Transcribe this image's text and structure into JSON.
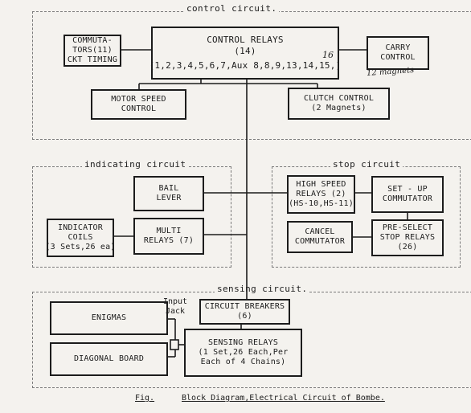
{
  "sections": {
    "control": "control circuit.",
    "indicating": "indicating circuit",
    "stop": "stop circuit",
    "sensing": "sensing circuit."
  },
  "boxes": {
    "commutators": [
      "COMMUTA-",
      "TORS(11)",
      "CKT TIMING"
    ],
    "control_relays": {
      "title": "CONTROL RELAYS",
      "count": "(14)",
      "list": "(1,2,3,4,5,6,7,Aux 8,8,9,13,14,15,)",
      "handwritten_number": "16"
    },
    "carry_control": {
      "lines": [
        "CARRY",
        "CONTROL"
      ],
      "handwritten_note": "12 magnets"
    },
    "motor_speed": [
      "MOTOR SPEED",
      "CONTROL"
    ],
    "clutch_control": [
      "CLUTCH CONTROL",
      "(2 Magnets)"
    ],
    "bail_lever": [
      "BAIL",
      "LEVER"
    ],
    "indicator_coils": [
      "INDICATOR",
      "COILS",
      "(3 Sets,26 ea)"
    ],
    "multi_relays": [
      "MULTI",
      "RELAYS (7)"
    ],
    "high_speed_relays": [
      "HIGH SPEED",
      "RELAYS (2)",
      "(HS-10,HS-11)"
    ],
    "setup_commutator": [
      "SET - UP",
      "COMMUTATOR"
    ],
    "cancel_commutator": [
      "CANCEL",
      "COMMUTATOR"
    ],
    "preselect_stop": [
      "PRE-SELECT",
      "STOP RELAYS",
      "(26)"
    ],
    "enigmas": [
      "ENIGMAS"
    ],
    "diagonal_board": [
      "DIAGONAL BOARD"
    ],
    "circuit_breakers": [
      "CIRCUIT BREAKERS",
      "(6)"
    ],
    "sensing_relays": [
      "SENSING RELAYS",
      "(1 Set,26 Each,Per",
      "Each of 4 Chains)"
    ]
  },
  "input_jack_label": [
    "Input",
    "Jack"
  ],
  "caption": {
    "fig": "Fig.",
    "text": "Block Diagram,Electrical Circuit of Bombe."
  }
}
